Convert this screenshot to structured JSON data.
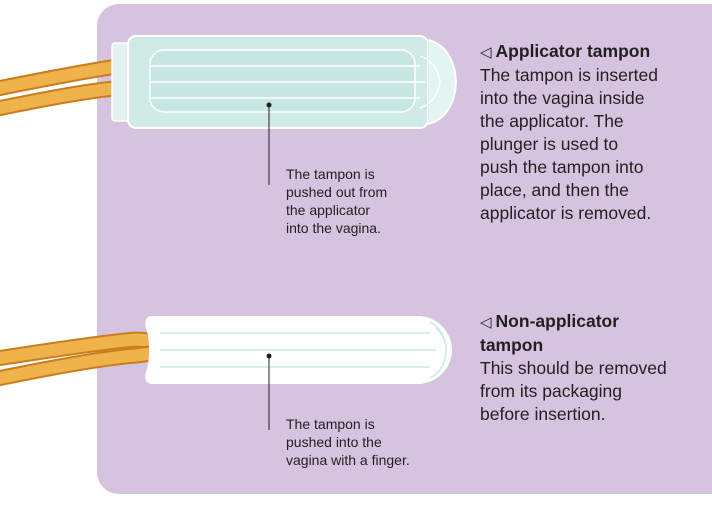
{
  "applicator": {
    "title": "Applicator tampon",
    "marker": "◁",
    "body_lines": [
      "The tampon is inserted",
      "into the vagina inside",
      "the applicator. The",
      "plunger is used to",
      "push the tampon into",
      "place, and then the",
      "applicator is removed."
    ],
    "note_lines": [
      "The tampon is",
      "pushed out from",
      "the applicator",
      "into the vagina."
    ]
  },
  "non_applicator": {
    "title_line1": "Non-applicator",
    "title_line2": "tampon",
    "marker": "◁",
    "body_lines": [
      "This should be removed",
      "from its packaging",
      "before insertion."
    ],
    "note_lines": [
      "The tampon is",
      "pushed into the",
      "vagina with a finger."
    ]
  },
  "colors": {
    "panel": "#d5c3df",
    "string": "#e8a23a",
    "string_dark": "#c97d1c",
    "applicator_tube": "#d8eeec",
    "tampon": "#ffffff"
  }
}
